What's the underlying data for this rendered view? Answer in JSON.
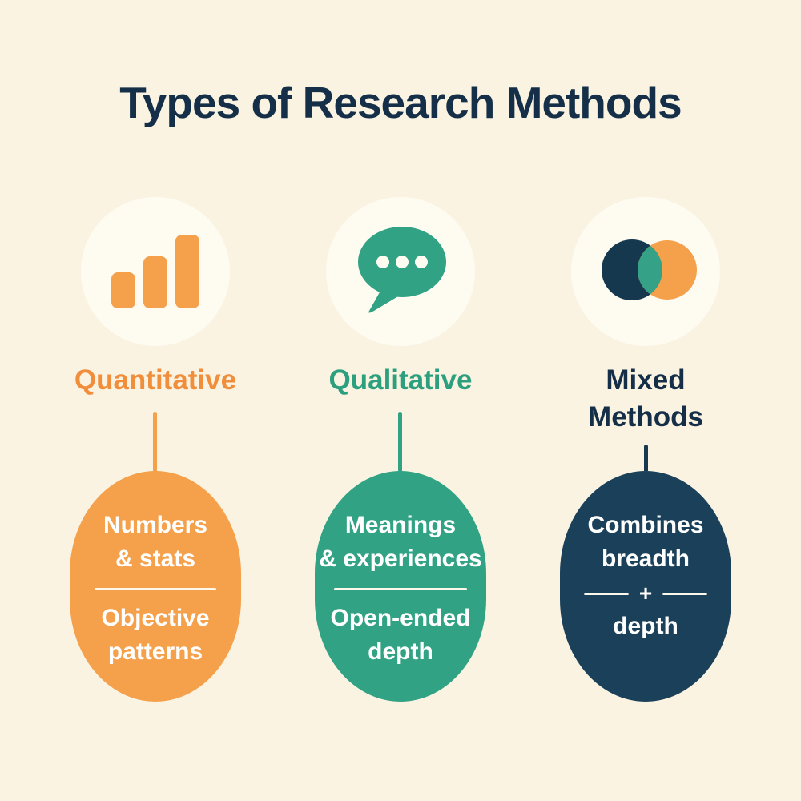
{
  "title": "Types of Research Methods",
  "colors": {
    "background": "#FAF3E2",
    "icon_circle_background": "#FEFBF1",
    "orange": "#F5A04B",
    "orange_label": "#F08E3B",
    "teal": "#32A284",
    "teal_label": "#2CA07E",
    "navy": "#1B405A",
    "navy_text": "#142F47",
    "pill_text": "#FFFFFF"
  },
  "columns": [
    {
      "id": "quantitative",
      "icon": "bar-chart-icon",
      "label": "Quantitative",
      "pill": {
        "top_lines": [
          "Numbers",
          "& stats"
        ],
        "divider": "line",
        "bottom_lines": [
          "Objective",
          "patterns"
        ]
      }
    },
    {
      "id": "qualitative",
      "icon": "speech-bubble-icon",
      "label": "Qualitative",
      "pill": {
        "top_lines": [
          "Meanings",
          "& experiences"
        ],
        "divider": "line",
        "bottom_lines": [
          "Open-ended",
          "depth"
        ]
      }
    },
    {
      "id": "mixed-methods",
      "icon": "venn-diagram-icon",
      "label": "Mixed Methods",
      "pill": {
        "top_lines": [
          "Combines",
          "breadth"
        ],
        "divider": "plus",
        "divider_symbol": "+",
        "bottom_lines": [
          "depth"
        ]
      }
    }
  ]
}
